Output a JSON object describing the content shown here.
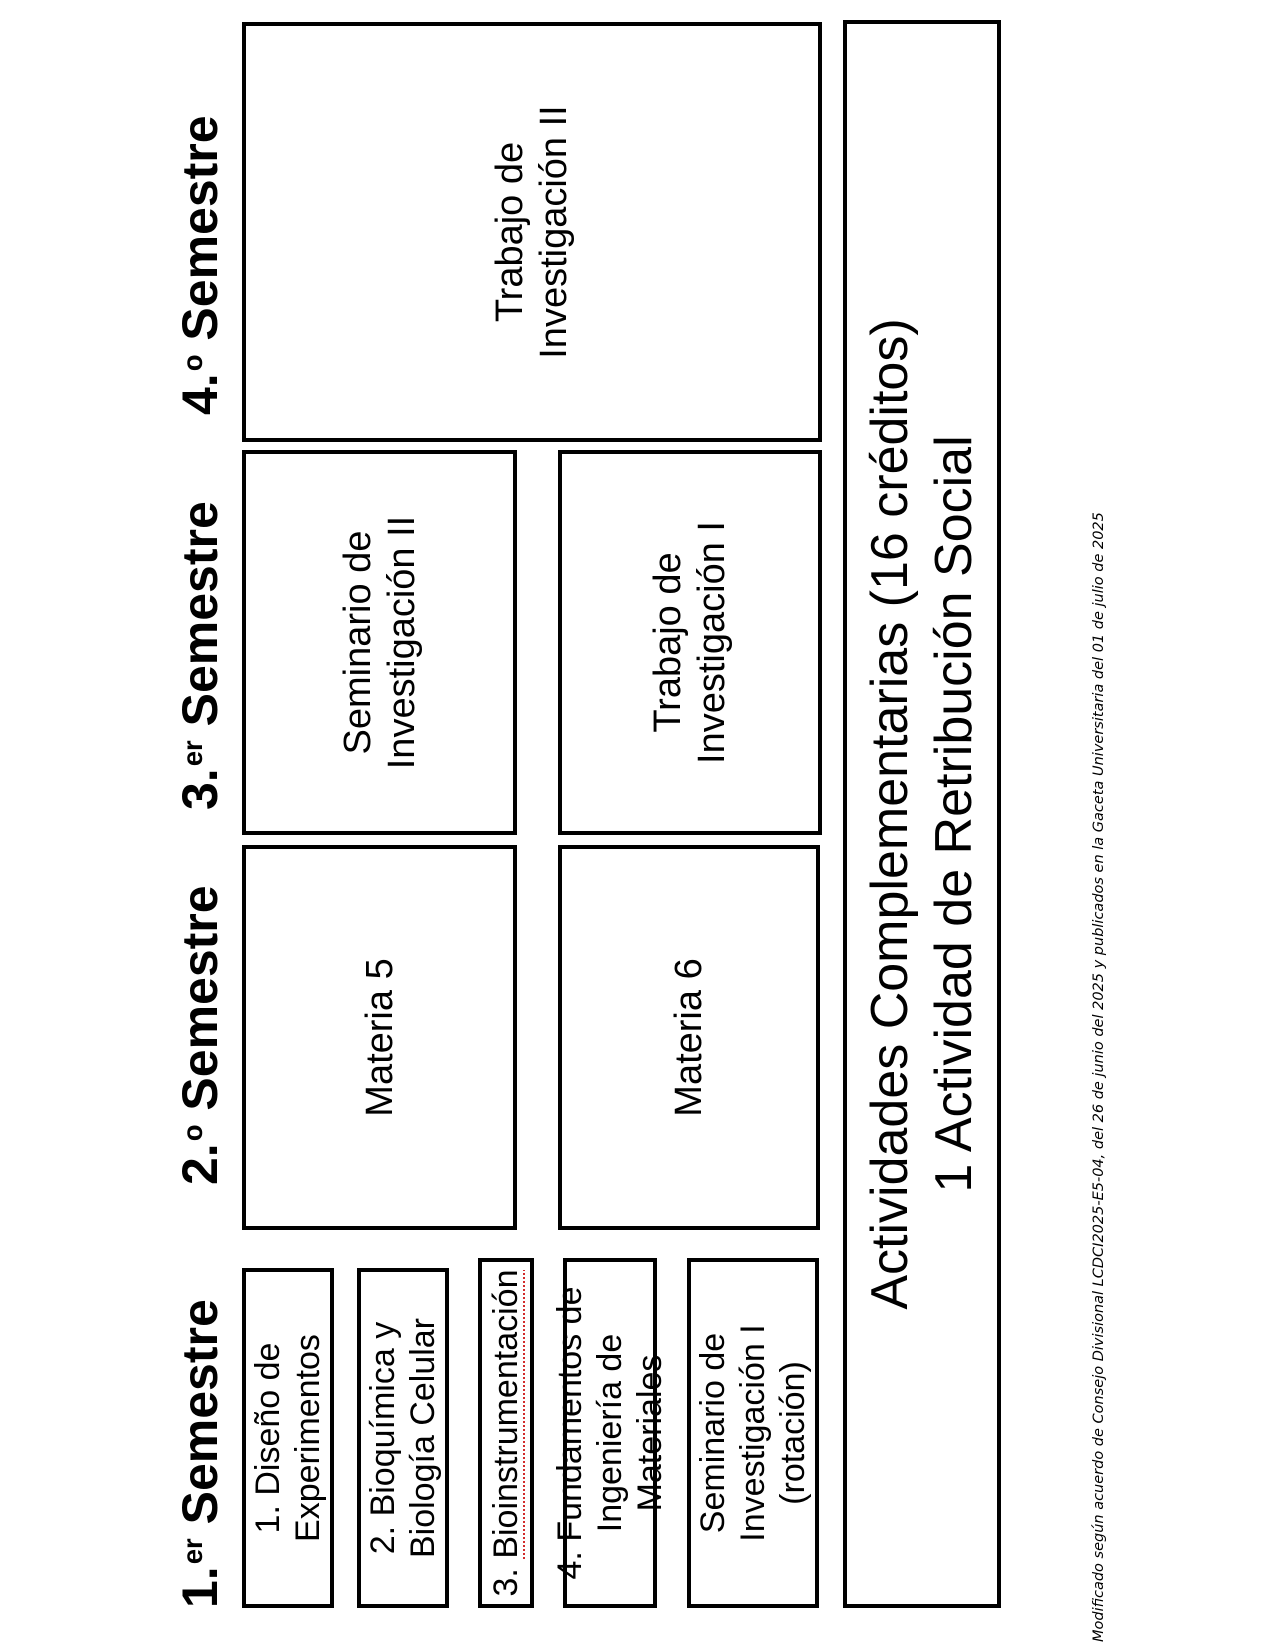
{
  "semesters": [
    {
      "number": "1.",
      "suffix": "er",
      "label": "Semestre"
    },
    {
      "number": "2.",
      "suffix": "o",
      "label": "Semestre"
    },
    {
      "number": "3.",
      "suffix": "er",
      "label": "Semestre"
    },
    {
      "number": "4.",
      "suffix": "o",
      "label": "Semestre"
    }
  ],
  "first_semester_courses": [
    {
      "text": "1. Diseño de\nExperimentos"
    },
    {
      "text": "2. Bioquímica y\nBiología Celular"
    },
    {
      "prefix": "3. ",
      "text": "Bioinstrumentación"
    },
    {
      "text": "4. Fundamentos de\nIngeniería de Materiales"
    },
    {
      "text": "Seminario de\nInvestigación I\n(rotación)"
    }
  ],
  "second_semester": {
    "course_a": "Materia 5",
    "course_b": "Materia 6"
  },
  "third_semester": {
    "course_a": "Seminario de\nInvestigación II",
    "course_b": "Trabajo de\nInvestigación I"
  },
  "fourth_semester": {
    "course_a": "Trabajo de\nInvestigación II"
  },
  "complementary": {
    "line1": "Actividades Complementarias (16 créditos)",
    "line2": "1 Actividad de Retribución Social"
  },
  "footnote": "Modificado según acuerdo de Consejo Divisional LCDCI2025-E5-04, del 26 de junio del 2025 y publicados en la Gaceta Universitaria del 01 de julio de 2025"
}
